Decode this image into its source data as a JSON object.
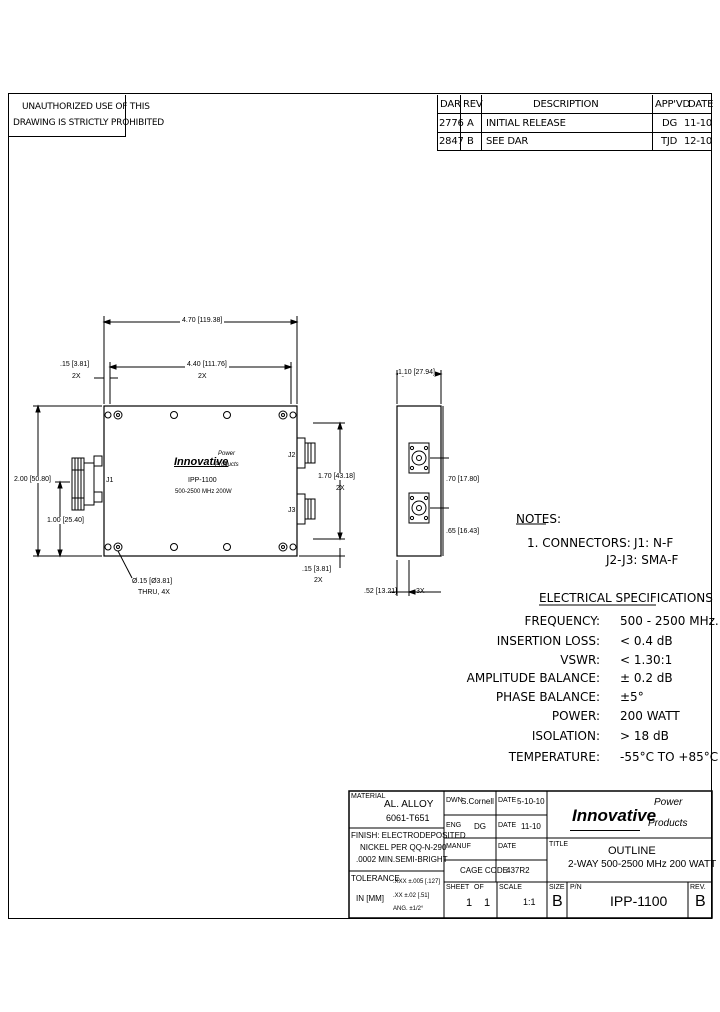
{
  "warning": {
    "line1": "UNAUTHORIZED USE OF THIS",
    "line2": "DRAWING IS STRICTLY PROHIBITED"
  },
  "revision_table": {
    "headers": {
      "dar": "DAR",
      "rev": "REV",
      "description": "DESCRIPTION",
      "apprvd": "APP'VD",
      "date": "DATE"
    },
    "rows": [
      {
        "dar": "2776",
        "rev": "A",
        "description": "INITIAL RELEASE",
        "apprvd": "DG",
        "date": "11-10"
      },
      {
        "dar": "2847",
        "rev": "B",
        "description": "SEE DAR",
        "apprvd": "TJD",
        "date": "12-10"
      }
    ]
  },
  "dimensions": {
    "overall_width": "4.70 [119.38]",
    "inner_width": "4.40 [111.76]",
    "inner_width_qty": "2X",
    "edge_offset": ".15 [3.81]",
    "edge_offset_qty": "2X",
    "height": "2.00 [50.80]",
    "j1_height": "1.00 [25.40]",
    "connector_spacing": "1.70 [43.18]",
    "connector_spacing_qty": "2X",
    "bottom_offset": ".15 [3.81]",
    "bottom_offset_qty": "2X",
    "hole_dia": "Ø.15 [Ø3.81]",
    "hole_note": "THRU, 4X",
    "side_width": "1.10 [27.94]",
    "side_upper": ".70 [17.80]",
    "side_lower": ".65 [16.43]",
    "side_depth": ".52 [13.21]",
    "side_depth_qty": "3X"
  },
  "part_label": {
    "brand": "Innovative",
    "brand_sub1": "Power",
    "brand_sub2": "Products",
    "model": "IPP-1100",
    "spec": "500-2500 MHz 200W"
  },
  "connector_labels": {
    "j1": "J1",
    "j2": "J2",
    "j3": "J3"
  },
  "notes": {
    "title": "NOTES:",
    "item1_prefix": "1. CONNECTORS:",
    "item1_line1": "J1: N-F",
    "item1_line2": "J2-J3: SMA-F"
  },
  "electrical": {
    "title": "ELECTRICAL SPECIFICATIONS",
    "specs": [
      {
        "label": "FREQUENCY:",
        "value": "500 - 2500 MHz."
      },
      {
        "label": "INSERTION LOSS:",
        "value": "< 0.4 dB"
      },
      {
        "label": "VSWR:",
        "value": "< 1.30:1"
      },
      {
        "label": "AMPLITUDE BALANCE:",
        "value": "± 0.2 dB"
      },
      {
        "label": "PHASE BALANCE:",
        "value": "±5°"
      },
      {
        "label": "POWER:",
        "value": "200 WATT"
      },
      {
        "label": "ISOLATION:",
        "value": "> 18 dB"
      },
      {
        "label": "TEMPERATURE:",
        "value": "-55°C TO +85°C"
      }
    ]
  },
  "title_block": {
    "material_label": "MATERIAL",
    "material_line1": "AL. ALLOY",
    "material_line2": "6061-T651",
    "finish_line1": "FINISH: ELECTRODEPOSITED",
    "finish_line2": "NICKEL PER QQ-N-290",
    "finish_line3": ".0002 MIN.SEMI-BRIGHT",
    "tolerance_label": "TOLERANCE",
    "tol_unit": "IN [MM]",
    "tol_line1": ".XXX ±.005 [.127]",
    "tol_line2": ".XX ±.02 [.51]",
    "tol_line3": "ANG. ±1/2°",
    "dwn_label": "DWN",
    "dwn_value": "S.Cornell",
    "date_label1": "DATE",
    "date_value1": "5-10-10",
    "eng_label": "ENG",
    "eng_value": "DG",
    "date_label2": "DATE",
    "date_value2": "11-10",
    "manuf_label": "MANUF",
    "date_label3": "DATE",
    "cage_label": "CAGE CODE:",
    "cage_value": "437R2",
    "sheet_label": "SHEET",
    "of_label": "OF",
    "sheet_value": "1",
    "sheet_total": "1",
    "scale_label": "SCALE",
    "scale_value": "1:1",
    "company_power": "Power",
    "company_innovative": "Innovative",
    "company_products": "Products",
    "title_label": "TITLE",
    "title_line1": "OUTLINE",
    "title_line2": "2-WAY 500-2500 MHz 200 WATT",
    "size_label": "SIZE",
    "pn_label": "P/N",
    "size_value": "B",
    "pn_value": "IPP-1100",
    "rev_label": "REV.",
    "rev_value": "B"
  }
}
